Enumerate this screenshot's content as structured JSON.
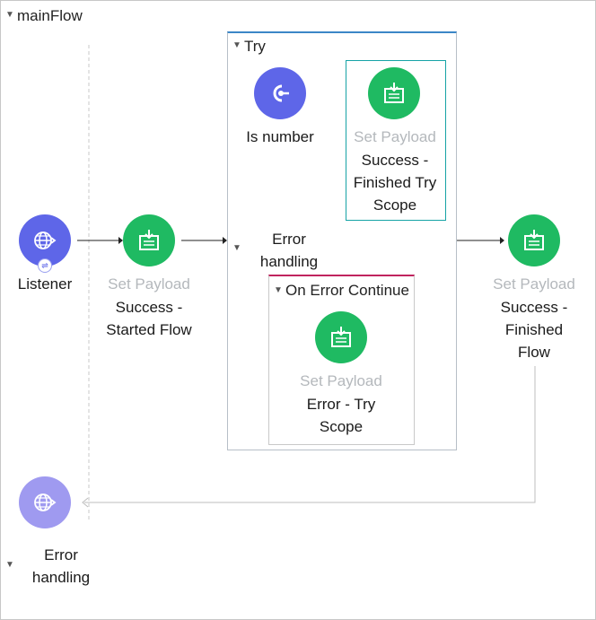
{
  "flow": {
    "name": "mainFlow",
    "source": {
      "label": "Listener",
      "icon": "globe-icon"
    },
    "set_payload_started": {
      "type_label": "Set Payload",
      "name": "Success -\nStarted Flow"
    },
    "set_payload_finished": {
      "type_label": "Set Payload",
      "name": "Success -\nFinished\nFlow"
    },
    "error_handling_label": "Error\nhandling"
  },
  "try_scope": {
    "title": "Try",
    "is_number": {
      "label": "Is number"
    },
    "set_payload_try": {
      "type_label": "Set Payload",
      "name": "Success -\nFinished Try\nScope"
    },
    "error_handling_label": "Error\nhandling",
    "on_error": {
      "title": "On Error Continue",
      "set_payload_error": {
        "type_label": "Set Payload",
        "name": "Error - Try\nScope"
      }
    }
  },
  "colors": {
    "green": "#1fba62",
    "purple": "#5e66e8",
    "light_purple": "#9f9af0",
    "scope_border": "#3b87c7",
    "selection": "#16a3a6",
    "error_accent": "#c0245e"
  }
}
